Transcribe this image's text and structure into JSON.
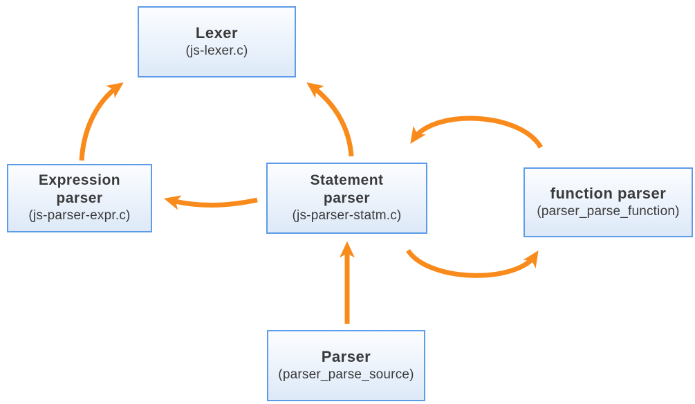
{
  "diagram": {
    "title": "JavaScript parser module diagram",
    "colors": {
      "arrow": "#F98B1C",
      "box_border": "#5C9CE8",
      "box_fill_top": "#FCFDFF",
      "box_fill_bottom": "#DDE9F8",
      "text": "#3A3A3A",
      "background": "#FFFFFF"
    },
    "nodes": [
      {
        "id": "lexer",
        "title": "Lexer",
        "subtitle": "(js-lexer.c)"
      },
      {
        "id": "expression-parser",
        "title": "Expression\nparser",
        "subtitle": "(js-parser-expr.c)"
      },
      {
        "id": "statement-parser",
        "title": "Statement\nparser",
        "subtitle": "(js-parser-statm.c)"
      },
      {
        "id": "function-parser",
        "title": "function parser",
        "subtitle": "(parser_parse_function)"
      },
      {
        "id": "parser",
        "title": "Parser",
        "subtitle": "(parser_parse_source)"
      }
    ],
    "edges": [
      {
        "from": "expression-parser",
        "to": "lexer"
      },
      {
        "from": "statement-parser",
        "to": "lexer"
      },
      {
        "from": "statement-parser",
        "to": "expression-parser"
      },
      {
        "from": "function-parser",
        "to": "statement-parser"
      },
      {
        "from": "statement-parser",
        "to": "function-parser"
      },
      {
        "from": "parser",
        "to": "statement-parser"
      }
    ]
  }
}
